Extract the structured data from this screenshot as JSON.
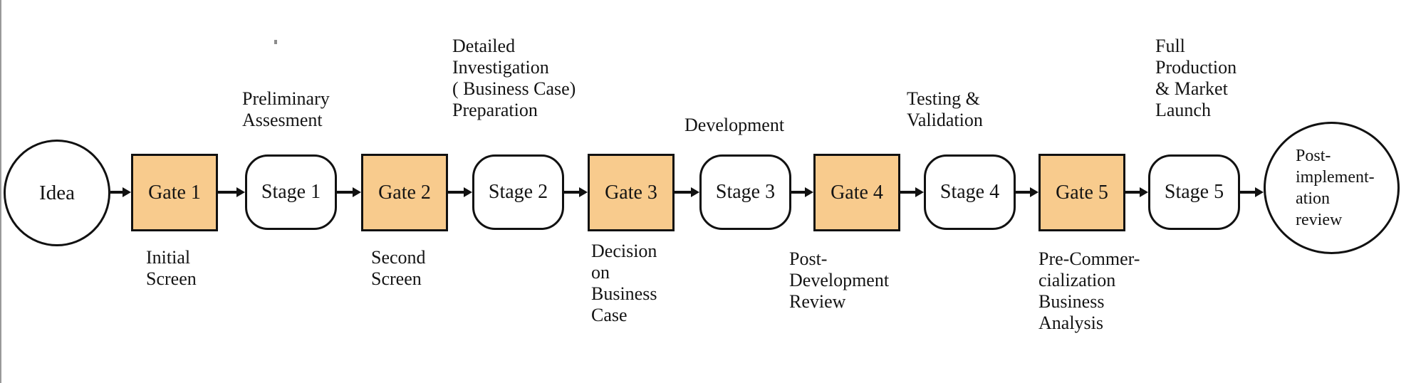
{
  "diagram": {
    "start_node": {
      "label": "Idea"
    },
    "end_node": {
      "label": "Post-\nimplement-\nation\nreview"
    },
    "gates": [
      {
        "label": "Gate 1",
        "caption": "Initial\nScreen"
      },
      {
        "label": "Gate 2",
        "caption": "Second\nScreen"
      },
      {
        "label": "Gate 3",
        "caption": "Decision\non\nBusiness\nCase"
      },
      {
        "label": "Gate 4",
        "caption": "Post-\nDevelopment\nReview"
      },
      {
        "label": "Gate 5",
        "caption": "Pre-Commer-\ncialization\nBusiness\nAnalysis"
      }
    ],
    "stages": [
      {
        "label": "Stage 1",
        "caption": "Preliminary\nAssesment"
      },
      {
        "label": "Stage 2",
        "caption": "Detailed\nInvestigation\n( Business Case)\nPreparation"
      },
      {
        "label": "Stage 3",
        "caption": "Development"
      },
      {
        "label": "Stage 4",
        "caption": "Testing &\nValidation"
      },
      {
        "label": "Stage 5",
        "caption": "Full\nProduction\n& Market\nLaunch"
      }
    ],
    "colors": {
      "gate_fill": "#f8cb8d",
      "stroke": "#111111",
      "background": "#ffffff",
      "page_edge": "#999999"
    }
  }
}
